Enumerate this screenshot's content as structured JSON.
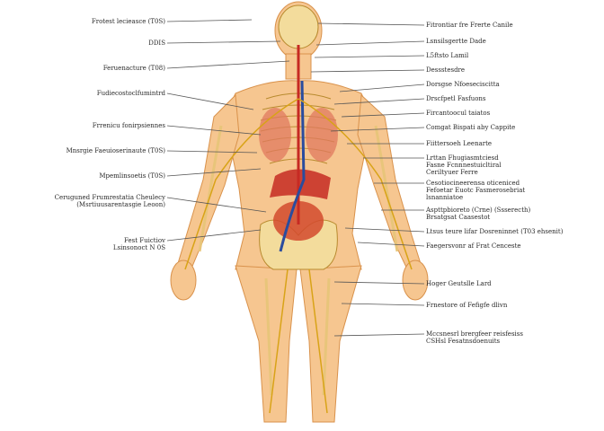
{
  "colors": {
    "skin": "#f6c690",
    "skin_edge": "#d9924c",
    "bone": "#f3dc9c",
    "bone_edge": "#b88a2e",
    "nerve": "#d8a317",
    "artery": "#c62a23",
    "vein": "#2a4c9e",
    "organ": "#d24a2e",
    "label_text": "#2a2a2a",
    "leader_line": "#555555"
  },
  "labels_left": [
    "Frotest lecieasce (T0S)",
    "DDIS",
    "Feruenacture (T08)",
    "Fudiecostoclfumintrd",
    "Frrenicu fonirpsiennes",
    "Mnsrgie Faeuioserinaute (T0S)",
    "Mpemlinsoetis (T0S)",
    "Ceruguned Frumrestatia Cheulecy\n(Msrtiuusarentasgie Leoon)",
    "Fest Fuictiov\nLsinsonoct N 0S"
  ],
  "labels_right": [
    "Fitrontiar fre Frerte Canile",
    "Lsnsilsgertte Dade",
    "L5ftsto Lamil",
    "Dessstesdre",
    "Dorsgse Nfoeseciscitta",
    "Drscfpetl Fasfuons",
    "Fircantoocul taiatos",
    "Comgat Bispati aby Cappite",
    "Fiittersoeh Leenarte",
    "Lrttan Fhugiasmtciesd\nFasne Fcnnnestuicltiral\nCeriltyuer Ferre",
    "Cesotiocineerensa oticeniced\nFefoetar Euotc Fasmerosebriat\nlsnanniatoe",
    "Aspttpbioreto (Crne) (Ssserecth)\nBrsatgsat Caasestot",
    "Ltsus teure lifar Dosreninnet (T03 ehsenit)",
    "Faegersvonr af Frat Cenceste",
    "Hoger Geutslle Lard",
    "Frnestore of Fefigfe dlivn",
    "Mccsnesrl brergfeer reisfesiss\nCSHsl Fesatnsdoenuits"
  ]
}
